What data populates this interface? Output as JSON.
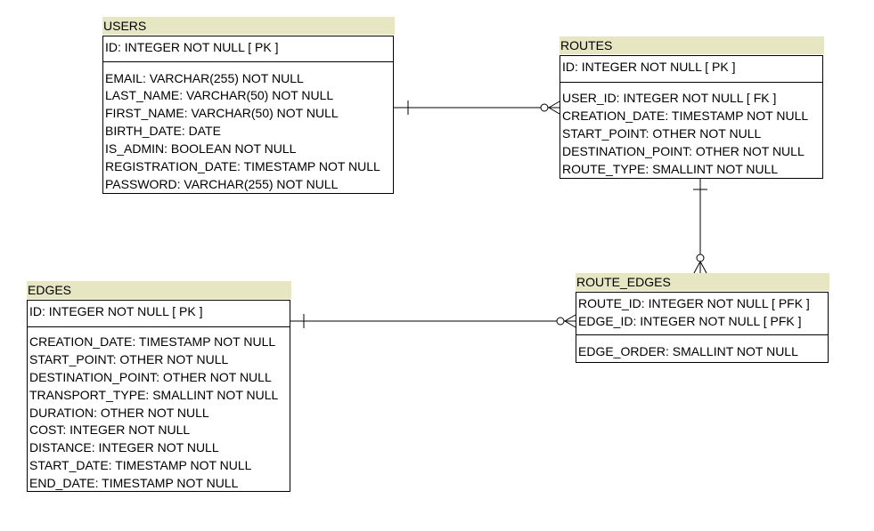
{
  "entities": {
    "users": {
      "name": "USERS",
      "pk": [
        "ID: INTEGER   NOT NULL  [ PK ]"
      ],
      "cols": [
        "EMAIL: VARCHAR(255)   NOT NULL",
        "LAST_NAME: VARCHAR(50)   NOT NULL",
        "FIRST_NAME: VARCHAR(50)   NOT NULL",
        "BIRTH_DATE: DATE",
        "IS_ADMIN: BOOLEAN   NOT NULL",
        "REGISTRATION_DATE: TIMESTAMP   NOT NULL",
        "PASSWORD: VARCHAR(255)   NOT NULL"
      ]
    },
    "routes": {
      "name": "ROUTES",
      "pk": [
        "ID: INTEGER   NOT NULL  [ PK ]"
      ],
      "cols": [
        "USER_ID: INTEGER   NOT NULL  [ FK ]",
        "CREATION_DATE: TIMESTAMP   NOT NULL",
        "START_POINT: OTHER   NOT NULL",
        "DESTINATION_POINT: OTHER   NOT NULL",
        "ROUTE_TYPE: SMALLINT   NOT NULL"
      ]
    },
    "edges": {
      "name": "EDGES",
      "pk": [
        "ID: INTEGER   NOT NULL  [ PK ]"
      ],
      "cols": [
        "CREATION_DATE: TIMESTAMP   NOT NULL",
        "START_POINT: OTHER   NOT NULL",
        "DESTINATION_POINT: OTHER   NOT NULL",
        "TRANSPORT_TYPE: SMALLINT   NOT NULL",
        "DURATION: OTHER   NOT NULL",
        "COST: INTEGER   NOT NULL",
        "DISTANCE: INTEGER   NOT NULL",
        "START_DATE: TIMESTAMP   NOT NULL",
        "END_DATE: TIMESTAMP   NOT NULL"
      ]
    },
    "route_edges": {
      "name": "ROUTE_EDGES",
      "pk": [
        "ROUTE_ID: INTEGER   NOT NULL  [ PFK ]",
        "EDGE_ID: INTEGER   NOT NULL  [ PFK ]"
      ],
      "cols": [
        "EDGE_ORDER: SMALLINT   NOT NULL"
      ]
    }
  },
  "relationships": [
    {
      "from": "users",
      "to": "routes",
      "from_end": "one",
      "to_end": "zero-or-many"
    },
    {
      "from": "routes",
      "to": "route_edges",
      "from_end": "one",
      "to_end": "zero-or-many"
    },
    {
      "from": "edges",
      "to": "route_edges",
      "from_end": "one",
      "to_end": "zero-or-many"
    }
  ]
}
